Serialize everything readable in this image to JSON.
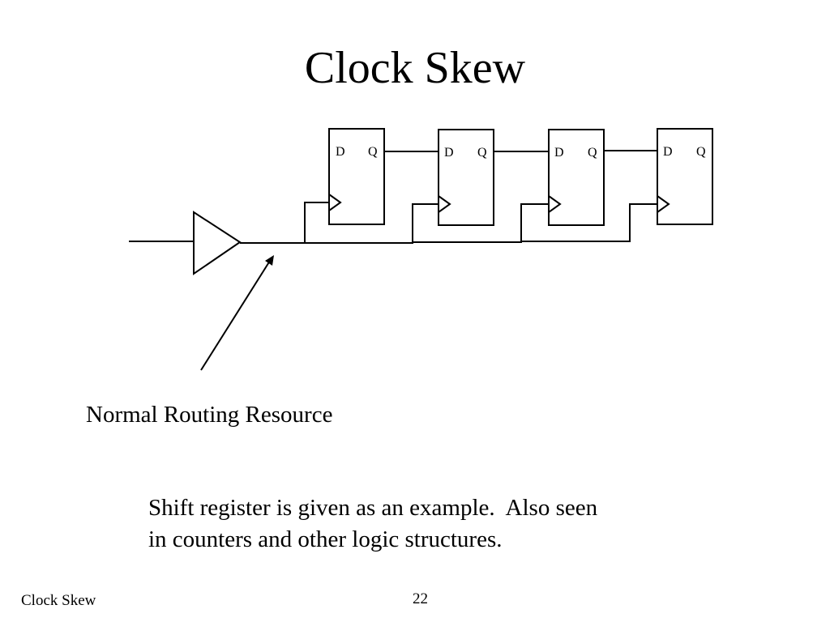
{
  "slide": {
    "title": "Clock Skew",
    "callout_label": "Normal Routing Resource",
    "caption": {
      "line1": "Shift register is given as an example.  Also seen",
      "line2": "in counters and other logic structures."
    },
    "footer_left": "Clock Skew",
    "page_number": "22"
  },
  "diagram": {
    "flip_flops": [
      {
        "d_label": "D",
        "q_label": "Q"
      },
      {
        "d_label": "D",
        "q_label": "Q"
      },
      {
        "d_label": "D",
        "q_label": "Q"
      },
      {
        "d_label": "D",
        "q_label": "Q"
      }
    ]
  }
}
